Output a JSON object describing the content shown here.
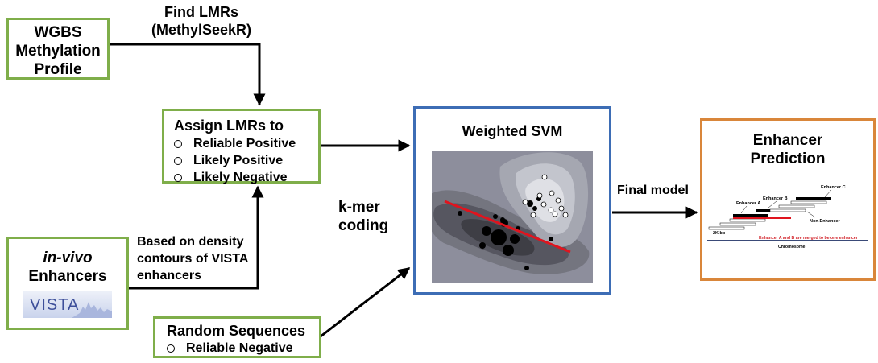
{
  "wgbs_box": {
    "lines": [
      "WGBS",
      "Methylation",
      "Profile"
    ]
  },
  "find_lmrs": {
    "line1": "Find LMRs",
    "line2": "(MethylSeekR)"
  },
  "assign_box": {
    "title": "Assign LMRs to",
    "items": [
      "Reliable Positive",
      "Likely Positive",
      "Likely Negative"
    ]
  },
  "invivo_box": {
    "line1": "in-vivo",
    "line2": "Enhancers",
    "logo_text": "VISTA"
  },
  "density_label": {
    "lines": [
      "Based on density",
      "contours of VISTA",
      "enhancers"
    ]
  },
  "random_box": {
    "title": "Random Sequences",
    "item": "Reliable Negative"
  },
  "kmer_label": {
    "line1": "k-mer",
    "line2": "coding"
  },
  "svm_box": {
    "title": "Weighted SVM"
  },
  "final_model_label": "Final model",
  "enhancer_box": {
    "title_line1": "Enhancer",
    "title_line2": "Prediction",
    "labels": {
      "enhancer_a": "Enhancer A",
      "enhancer_b": "Enhancer B",
      "enhancer_c": "Enhancer C",
      "non_enhancer": "Non-Enhancer",
      "scale": "2K bp",
      "merged_note": "Enhancer A and B are merged to be one enhancer",
      "chromosome": "Chromosome"
    }
  },
  "colors": {
    "green_border": "#7fae4a",
    "blue_border": "#3d6db5",
    "orange_border": "#d9863a",
    "red_line": "#e0141e",
    "merged_note": "#d2232a",
    "chromosome_line": "#3a4a78"
  }
}
